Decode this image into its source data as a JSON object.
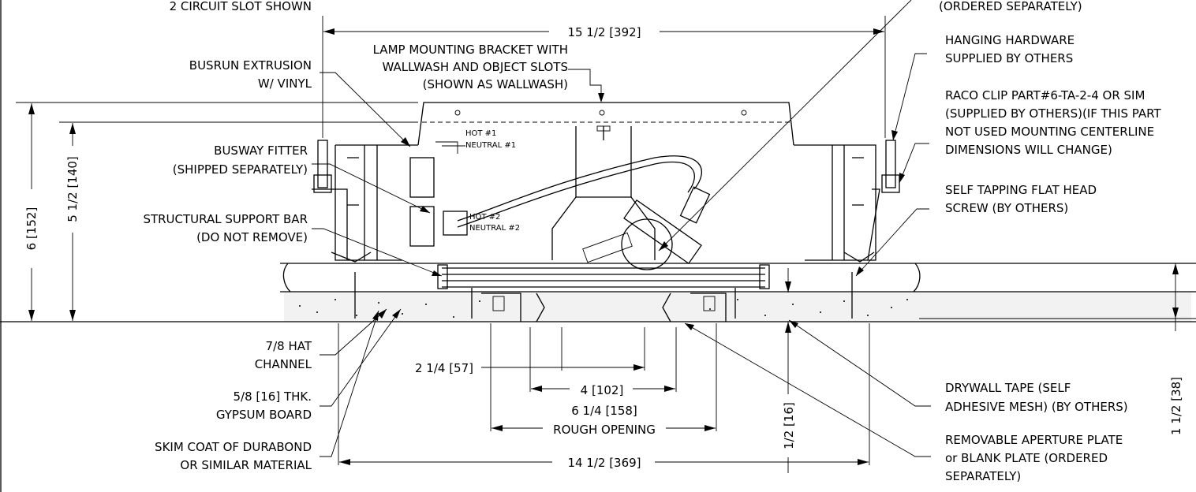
{
  "callouts": {
    "circuit_slot": "2 CIRCUIT SLOT SHOWN",
    "ordered_separately_top": "(ORDERED SEPARATELY)",
    "lamp_bracket_1": "LAMP MOUNTING BRACKET WITH",
    "lamp_bracket_2": "WALLWASH AND OBJECT SLOTS",
    "lamp_bracket_3": "(SHOWN AS WALLWASH)",
    "busrun_1": "BUSRUN EXTRUSION",
    "busrun_2": "W/ VINYL",
    "busway_1": "BUSWAY FITTER",
    "busway_2": "(SHIPPED SEPARATELY)",
    "support_1": "STRUCTURAL SUPPORT BAR",
    "support_2": "(DO NOT REMOVE)",
    "hat_1": "7/8 HAT",
    "hat_2": "CHANNEL",
    "gypsum_1": "5/8 [16] THK.",
    "gypsum_2": "GYPSUM BOARD",
    "skim_1": "SKIM COAT OF DURABOND",
    "skim_2": "OR SIMILAR MATERIAL",
    "hanging_1": "HANGING HARDWARE",
    "hanging_2": "SUPPLIED BY OTHERS",
    "raco_1": "RACO CLIP PART#6-TA-2-4 OR SIM",
    "raco_2": "(SUPPLIED BY OTHERS)(IF THIS PART",
    "raco_3": "NOT USED MOUNTING CENTERLINE",
    "raco_4": "DIMENSIONS WILL CHANGE)",
    "screw_1": "SELF TAPPING FLAT HEAD",
    "screw_2": "SCREW (BY OTHERS)",
    "tape_1": "DRYWALL TAPE (SELF",
    "tape_2": "ADHESIVE MESH) (BY OTHERS)",
    "plate_1": "REMOVABLE APERTURE PLATE",
    "plate_2": "or BLANK PLATE (ORDERED",
    "plate_3": "SEPARATELY)"
  },
  "wiring": {
    "hot1": "HOT #1",
    "neutral1": "NEUTRAL #1",
    "hot2": "HOT #2",
    "neutral2": "NEUTRAL #2"
  },
  "dimensions": {
    "overall_width": "15 1/2 [392]",
    "height_6": "6 [152]",
    "height_5_5": "5 1/2 [140]",
    "dim_2_25": "2 1/4 [57]",
    "dim_4": "4 [102]",
    "dim_6_25": "6 1/4 [158]",
    "rough_opening": "ROUGH OPENING",
    "dim_14_5": "14 1/2 [369]",
    "dim_0_5": "1/2 [16]",
    "dim_1_5": "1 1/2 [38]"
  }
}
